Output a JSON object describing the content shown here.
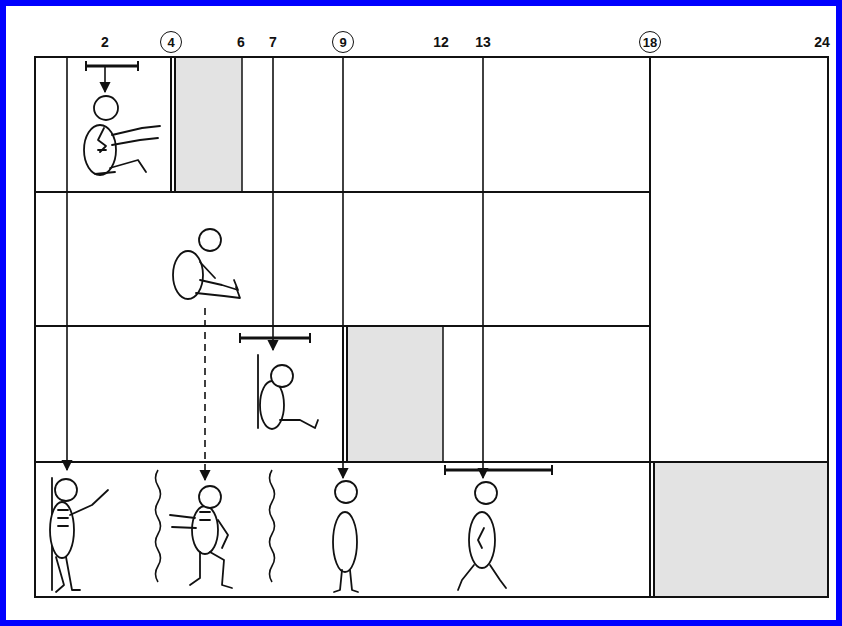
{
  "diagram": {
    "nodes": [
      {
        "text": [
          "4"
        ]
      },
      {
        "text": [
          "9"
        ]
      },
      {
        "text": [
          "18"
        ]
      }
    ],
    "edges": [],
    "labels": [
      "2",
      "6",
      "7",
      "12",
      "13",
      "24"
    ]
  }
}
